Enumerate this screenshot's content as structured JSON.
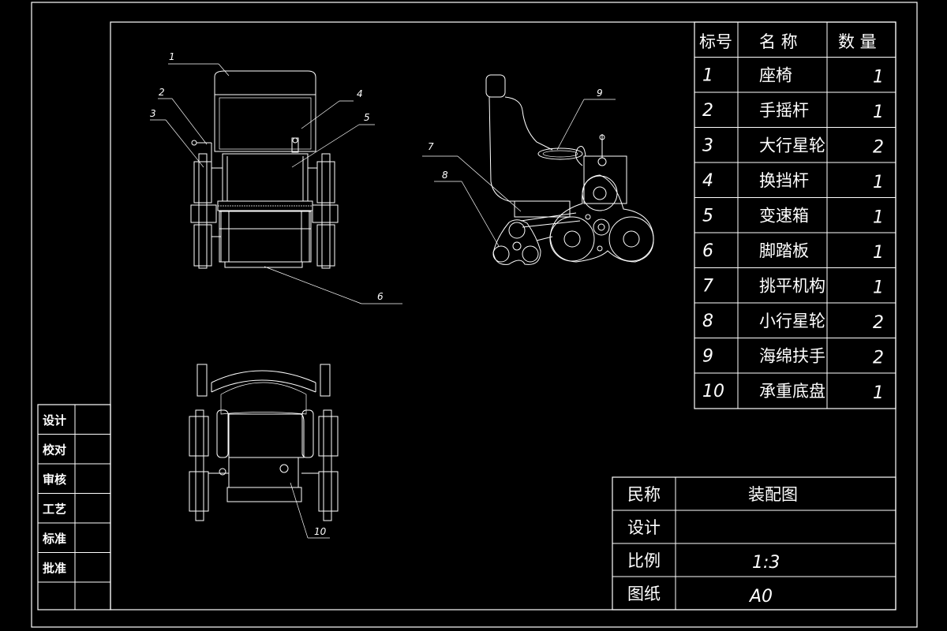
{
  "parts_table": {
    "headers": {
      "index": "标号",
      "name": "名 称",
      "qty": "数 量"
    },
    "rows": [
      {
        "index": "1",
        "name": "座椅",
        "qty": "1"
      },
      {
        "index": "2",
        "name": "手摇杆",
        "qty": "1"
      },
      {
        "index": "3",
        "name": "大行星轮",
        "qty": "2"
      },
      {
        "index": "4",
        "name": "换挡杆",
        "qty": "1"
      },
      {
        "index": "5",
        "name": "变速箱",
        "qty": "1"
      },
      {
        "index": "6",
        "name": "脚踏板",
        "qty": "1"
      },
      {
        "index": "7",
        "name": "挑平机构",
        "qty": "1"
      },
      {
        "index": "8",
        "name": "小行星轮",
        "qty": "2"
      },
      {
        "index": "9",
        "name": "海绵扶手",
        "qty": "2"
      },
      {
        "index": "10",
        "name": "承重底盘",
        "qty": "1"
      }
    ]
  },
  "side_block": {
    "labels": [
      "设计",
      "校对",
      "审核",
      "工艺",
      "标准",
      "批准"
    ]
  },
  "title_block": {
    "name_label": "民称",
    "name_value": "装配图",
    "design_label": "设计",
    "design_value": "",
    "scale_label": "比例",
    "scale_value": "1:3",
    "sheet_label": "图纸",
    "sheet_value": "A0"
  },
  "callouts": [
    "1",
    "2",
    "3",
    "4",
    "5",
    "6",
    "7",
    "8",
    "9",
    "10"
  ]
}
